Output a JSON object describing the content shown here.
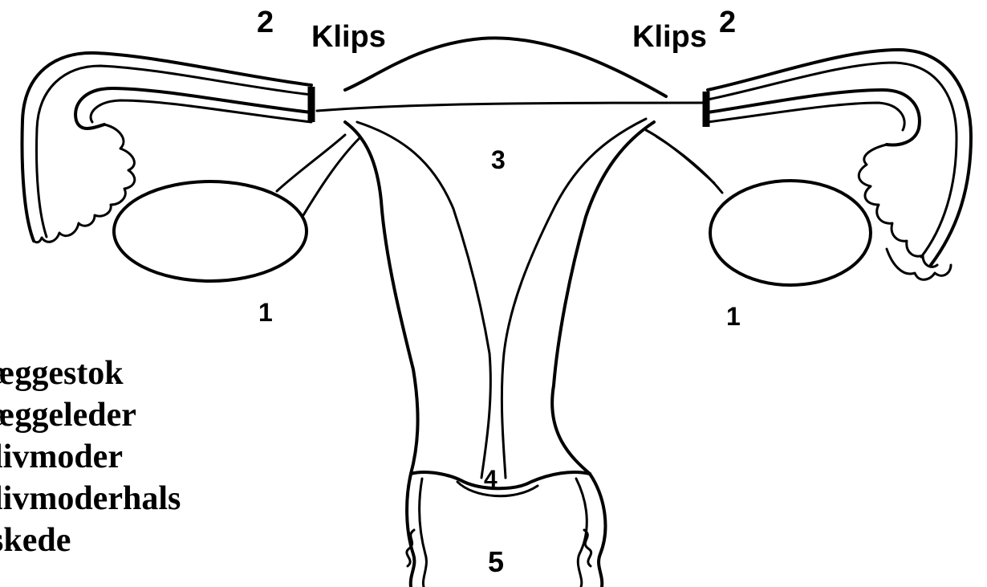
{
  "labels": {
    "left_tube_number": "2",
    "left_clip_word": "Klips",
    "right_clip_word": "Klips",
    "right_tube_number": "2",
    "uterus_number": "3",
    "left_ovary_number": "1",
    "right_ovary_number": "1",
    "cervix_number": "4",
    "vagina_number": "5"
  },
  "legend": [
    "æggestok",
    "æggeleder",
    "livmoder",
    "livmoderhals",
    "skede"
  ],
  "colors": {
    "line": "#000000",
    "background": "#ffffff"
  }
}
